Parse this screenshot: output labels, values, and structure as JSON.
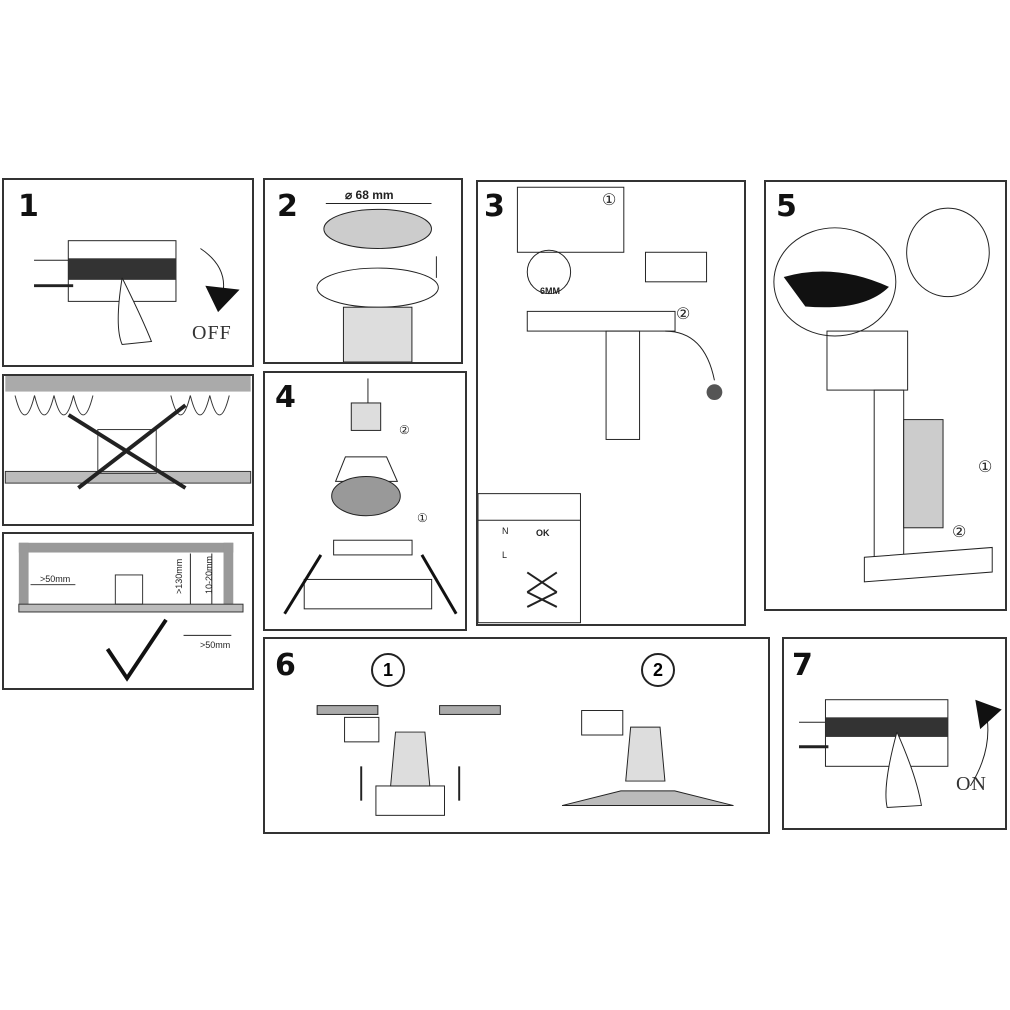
{
  "steps": {
    "s1": {
      "number": "1",
      "label": "OFF"
    },
    "s2": {
      "number": "2",
      "diameter": "⌀ 68 mm"
    },
    "s3": {
      "number": "3",
      "strip": "6MM",
      "c1": "①",
      "c2": "②",
      "ok": "OK",
      "n": "N",
      "l": "L"
    },
    "s4": {
      "number": "4",
      "c1": "①",
      "c2": "②"
    },
    "s5": {
      "number": "5",
      "c1": "①",
      "c2": "②"
    },
    "s6": {
      "number": "6",
      "sub1": "1",
      "sub2": "2"
    },
    "s7": {
      "number": "7",
      "label": "ON"
    }
  },
  "clearance": {
    "side": ">50mm",
    "height": ">130mm",
    "thickness": "10-20mm",
    "edge": ">50mm"
  },
  "colors": {
    "line": "#222222",
    "border": "#333333"
  }
}
